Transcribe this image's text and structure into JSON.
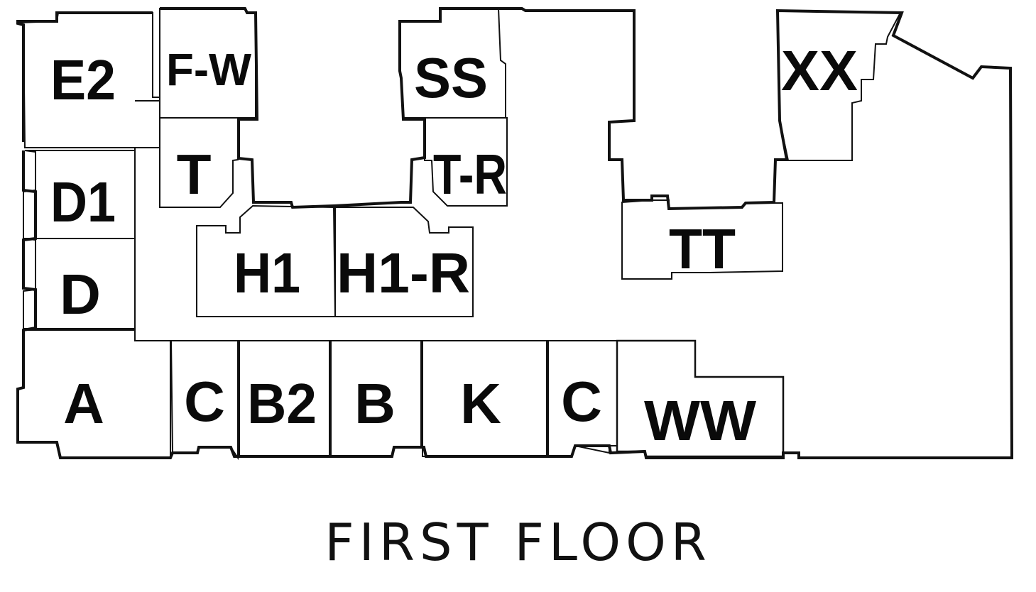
{
  "floor_title": "FIRST FLOOR",
  "colors": {
    "highlight": "#dea83c",
    "line": "#111111",
    "background": "#ffffff"
  },
  "units": [
    {
      "id": "E2",
      "label": "E2",
      "highlighted": false
    },
    {
      "id": "F-W",
      "label": "F-W",
      "highlighted": false
    },
    {
      "id": "D1",
      "label": "D1",
      "highlighted": false
    },
    {
      "id": "D",
      "label": "D",
      "highlighted": false
    },
    {
      "id": "T",
      "label": "T",
      "highlighted": false
    },
    {
      "id": "SS",
      "label": "SS",
      "highlighted": false
    },
    {
      "id": "T-R",
      "label": "T-R",
      "highlighted": false
    },
    {
      "id": "H1",
      "label": "H1",
      "highlighted": false
    },
    {
      "id": "H1-R",
      "label": "H1-R",
      "highlighted": false
    },
    {
      "id": "TT",
      "label": "TT",
      "highlighted": false
    },
    {
      "id": "XX",
      "label": "XX",
      "highlighted": false
    },
    {
      "id": "A",
      "label": "A",
      "highlighted": false
    },
    {
      "id": "C-1",
      "label": "C",
      "highlighted": false
    },
    {
      "id": "B2",
      "label": "B2",
      "highlighted": false
    },
    {
      "id": "B",
      "label": "B",
      "highlighted": false
    },
    {
      "id": "K",
      "label": "K",
      "highlighted": false
    },
    {
      "id": "C-2",
      "label": "C",
      "highlighted": false
    },
    {
      "id": "WW",
      "label": "WW",
      "highlighted": true
    }
  ]
}
